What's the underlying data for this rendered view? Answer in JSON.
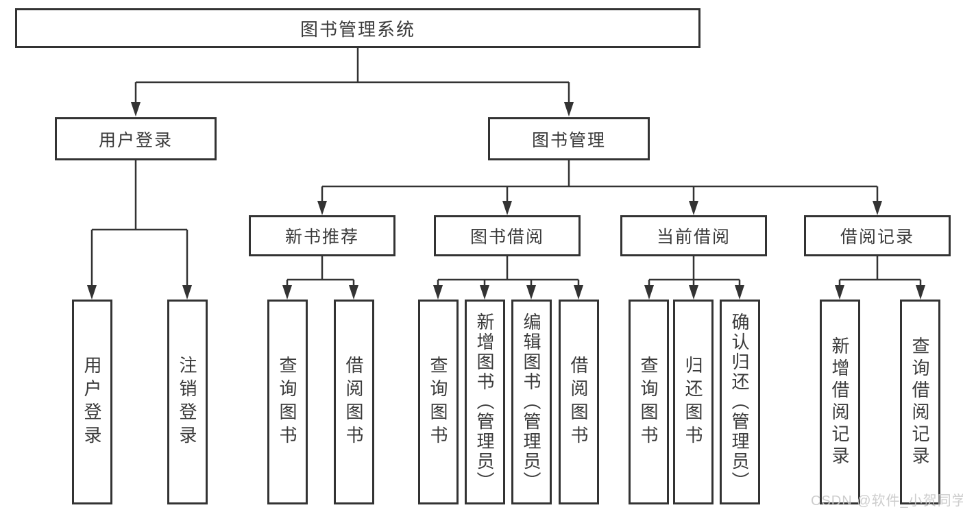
{
  "diagram": {
    "title": "图书管理系统",
    "type": "hierarchy-tree",
    "colors": {
      "line": "#333333",
      "text": "#3a3a3a",
      "background": "#ffffff",
      "watermark": "#c8c8c8"
    },
    "watermark": "CSDN @软件_小贺同学",
    "nodes": {
      "root": "图书管理系统",
      "userLogin": "用户登录",
      "bookMgmt": "图书管理",
      "newBookRec": "新书推荐",
      "bookBorrow": "图书借阅",
      "currentBorrow": "当前借阅",
      "borrowRecords": "借阅记录",
      "leafUserLogin": "用户登录",
      "leafLogout": "注销登录",
      "leafQueryBooks1": "查询图书",
      "leafBorrowBooks1": "借阅图书",
      "leafQueryBooks2": "查询图书",
      "leafAddBook": "新增图书（管理员）",
      "leafEditBook": "编辑图书（管理员）",
      "leafBorrowBooks2": "借阅图书",
      "leafQueryBooks3": "查询图书",
      "leafReturnBook": "归还图书",
      "leafConfirmReturn": "确认归还（管理员）",
      "leafAddRecord": "新增借阅记录",
      "leafQueryRecord": "查询借阅记录"
    },
    "tree": [
      {
        "parent": "root",
        "children": [
          "userLogin",
          "bookMgmt"
        ]
      },
      {
        "parent": "userLogin",
        "children": [
          "leafUserLogin",
          "leafLogout"
        ]
      },
      {
        "parent": "bookMgmt",
        "children": [
          "newBookRec",
          "bookBorrow",
          "currentBorrow",
          "borrowRecords"
        ]
      },
      {
        "parent": "newBookRec",
        "children": [
          "leafQueryBooks1",
          "leafBorrowBooks1"
        ]
      },
      {
        "parent": "bookBorrow",
        "children": [
          "leafQueryBooks2",
          "leafAddBook",
          "leafEditBook",
          "leafBorrowBooks2"
        ]
      },
      {
        "parent": "currentBorrow",
        "children": [
          "leafQueryBooks3",
          "leafReturnBook",
          "leafConfirmReturn"
        ]
      },
      {
        "parent": "borrowRecords",
        "children": [
          "leafAddRecord",
          "leafQueryRecord"
        ]
      }
    ]
  }
}
